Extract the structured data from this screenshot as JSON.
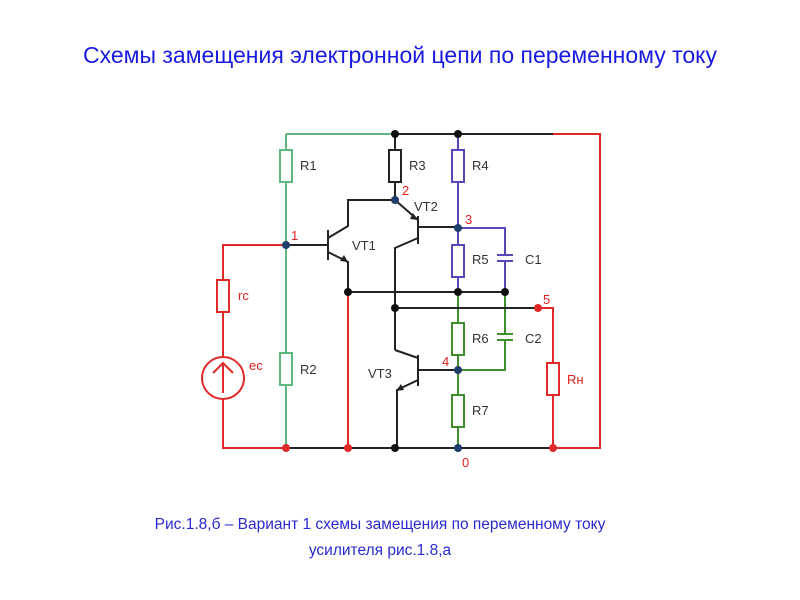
{
  "title": "Схемы замещения электронной цепи по переменному току",
  "caption": {
    "line1": "Рис.1.8,б – Вариант 1 схемы замещения по переменному току",
    "line2": "усилителя рис.1.8,а"
  },
  "components": {
    "R1": "R1",
    "R2": "R2",
    "R3": "R3",
    "R4": "R4",
    "R5": "R5",
    "R6": "R6",
    "R7": "R7",
    "C1": "C1",
    "C2": "C2",
    "Rn": "Rн",
    "rc": "rc",
    "ec": "ec",
    "VT1": "VT1",
    "VT2": "VT2",
    "VT3": "VT3"
  },
  "nodes": {
    "n0": "0",
    "n1": "1",
    "n2": "2",
    "n3": "3",
    "n4": "4",
    "n5": "5"
  },
  "colors": {
    "title": "#1a1ae0",
    "red": "#e02a2a",
    "green": "#5cb87f",
    "purple": "#5a46b8",
    "dark_green": "#3e8f2c",
    "black": "#222222"
  }
}
